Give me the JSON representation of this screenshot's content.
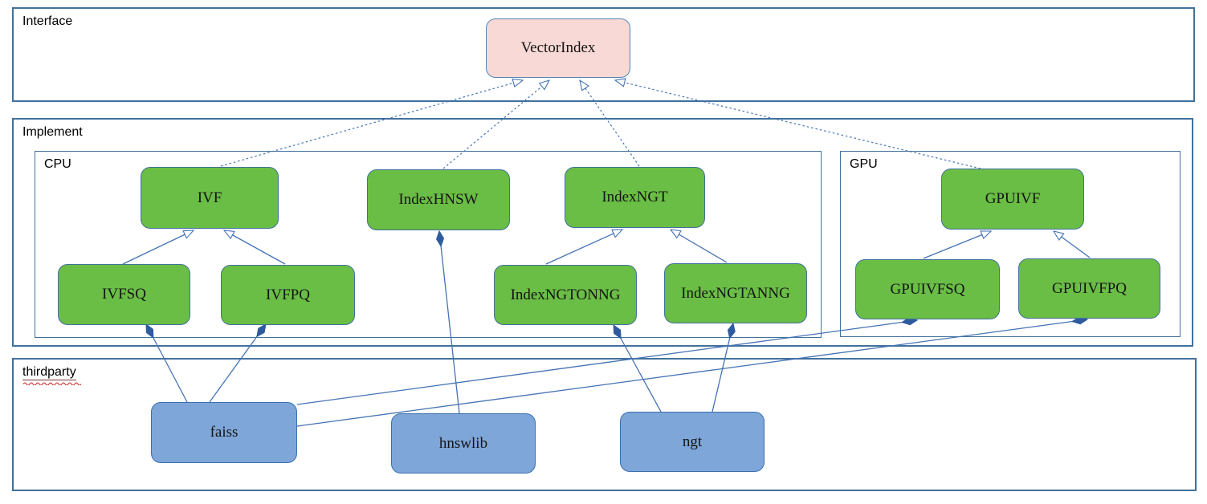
{
  "diagram": {
    "containers": [
      {
        "id": "interface",
        "label": "Interface",
        "geo": [
          15,
          9,
          1473,
          118
        ]
      },
      {
        "id": "implement",
        "label": "Implement",
        "geo": [
          15,
          147,
          1471,
          285
        ]
      },
      {
        "id": "cpu",
        "label": "CPU",
        "geo": [
          43,
          188,
          980,
          233
        ]
      },
      {
        "id": "gpu",
        "label": "GPU",
        "geo": [
          1046,
          188,
          424,
          232
        ]
      },
      {
        "id": "thirdparty",
        "label": "thirdparty",
        "geo": [
          15,
          446,
          1475,
          166
        ],
        "spellcheck_squiggle": true
      }
    ],
    "nodes": [
      {
        "id": "vectorindex",
        "label": "VectorIndex",
        "kind": "interface",
        "geo": [
          605,
          23,
          180,
          74
        ]
      },
      {
        "id": "ivf",
        "label": "IVF",
        "kind": "class",
        "geo": [
          175,
          208,
          172,
          77
        ]
      },
      {
        "id": "indexhnsw",
        "label": "IndexHNSW",
        "kind": "class",
        "geo": [
          457,
          211,
          178,
          76
        ]
      },
      {
        "id": "indexngt",
        "label": "IndexNGT",
        "kind": "class",
        "geo": [
          703,
          208,
          175,
          76
        ]
      },
      {
        "id": "gpuivf",
        "label": "GPUIVF",
        "kind": "class",
        "geo": [
          1172,
          210,
          178,
          76
        ]
      },
      {
        "id": "ivfsq",
        "label": "IVFSQ",
        "kind": "class",
        "geo": [
          72,
          329,
          165,
          76
        ]
      },
      {
        "id": "ivfpq",
        "label": "IVFPQ",
        "kind": "class",
        "geo": [
          275,
          330,
          167,
          75
        ]
      },
      {
        "id": "indexngtonng",
        "label": "IndexNGTONNG",
        "kind": "class",
        "geo": [
          615,
          330,
          178,
          75
        ]
      },
      {
        "id": "indexngtanng",
        "label": "IndexNGTANNG",
        "kind": "class",
        "geo": [
          827,
          328,
          178,
          75
        ]
      },
      {
        "id": "gpuivfsq",
        "label": "GPUIVFSQ",
        "kind": "class",
        "geo": [
          1065,
          323,
          180,
          75
        ]
      },
      {
        "id": "gpuivfpq",
        "label": "GPUIVFPQ",
        "kind": "class",
        "geo": [
          1268,
          322,
          177,
          75
        ]
      },
      {
        "id": "faiss",
        "label": "faiss",
        "kind": "thirdparty",
        "geo": [
          188,
          501,
          182,
          76
        ]
      },
      {
        "id": "hnswlib",
        "label": "hnswlib",
        "kind": "thirdparty",
        "geo": [
          487,
          515,
          180,
          75
        ]
      },
      {
        "id": "ngt",
        "label": "ngt",
        "kind": "thirdparty",
        "geo": [
          772,
          513,
          180,
          75
        ]
      }
    ],
    "edges": [
      {
        "from": "ivf",
        "to": "vectorindex",
        "type": "realization",
        "pts": [
          [
            275,
            207
          ],
          [
            651,
            100
          ]
        ]
      },
      {
        "from": "indexhnsw",
        "to": "vectorindex",
        "type": "realization",
        "pts": [
          [
            552,
            210
          ],
          [
            684,
            100
          ]
        ]
      },
      {
        "from": "indexngt",
        "to": "vectorindex",
        "type": "realization",
        "pts": [
          [
            796,
            207
          ],
          [
            722,
            100
          ]
        ]
      },
      {
        "from": "gpuivf",
        "to": "vectorindex",
        "type": "realization",
        "pts": [
          [
            1221,
            210
          ],
          [
            766,
            100
          ]
        ]
      },
      {
        "from": "ivfsq",
        "to": "ivf",
        "type": "generalization",
        "pts": [
          [
            153,
            329
          ],
          [
            241,
            287
          ]
        ]
      },
      {
        "from": "ivfpq",
        "to": "ivf",
        "type": "generalization",
        "pts": [
          [
            355,
            329
          ],
          [
            279,
            287
          ]
        ]
      },
      {
        "from": "indexngtonng",
        "to": "indexngt",
        "type": "generalization",
        "pts": [
          [
            680,
            329
          ],
          [
            775,
            286
          ]
        ]
      },
      {
        "from": "indexngtanng",
        "to": "indexngt",
        "type": "generalization",
        "pts": [
          [
            905,
            327
          ],
          [
            835,
            286
          ]
        ]
      },
      {
        "from": "gpuivfsq",
        "to": "gpuivf",
        "type": "generalization",
        "pts": [
          [
            1150,
            322
          ],
          [
            1234,
            288
          ]
        ]
      },
      {
        "from": "gpuivfpq",
        "to": "gpuivf",
        "type": "generalization",
        "pts": [
          [
            1357,
            321
          ],
          [
            1312,
            288
          ]
        ]
      },
      {
        "from": "faiss",
        "to": "ivfsq",
        "type": "composition",
        "pts": [
          [
            233,
            501
          ],
          [
            182,
            404
          ]
        ]
      },
      {
        "from": "faiss",
        "to": "ivfpq",
        "type": "composition",
        "pts": [
          [
            261,
            501
          ],
          [
            331,
            404
          ]
        ]
      },
      {
        "from": "faiss",
        "to": "gpuivfsq",
        "type": "composition",
        "pts": [
          [
            370,
            504
          ],
          [
            1142,
            399
          ]
        ]
      },
      {
        "from": "faiss",
        "to": "gpuivfpq",
        "type": "composition",
        "pts": [
          [
            370,
            531
          ],
          [
            1354,
            398
          ]
        ]
      },
      {
        "from": "hnswlib",
        "to": "indexhnsw",
        "type": "composition",
        "pts": [
          [
            572,
            515
          ],
          [
            547,
            288
          ]
        ]
      },
      {
        "from": "ngt",
        "to": "indexngtonng",
        "type": "composition",
        "pts": [
          [
            823,
            513
          ],
          [
            764,
            405
          ]
        ]
      },
      {
        "from": "ngt",
        "to": "indexngtanng",
        "type": "composition",
        "pts": [
          [
            887,
            513
          ],
          [
            913,
            403
          ]
        ]
      }
    ],
    "colors": {
      "interface_fill": "#f8d9d6",
      "interface_border": "#5585b5",
      "class_fill": "#6abd45",
      "class_border": "#41719c",
      "thirdparty_fill": "#7ea6d8",
      "thirdparty_border": "#3a6fae",
      "container_border": "#41719c",
      "edge_line": "#4472b4",
      "composition_diamond": "#2e5b9e",
      "spellcheck_red": "#d02020"
    }
  }
}
